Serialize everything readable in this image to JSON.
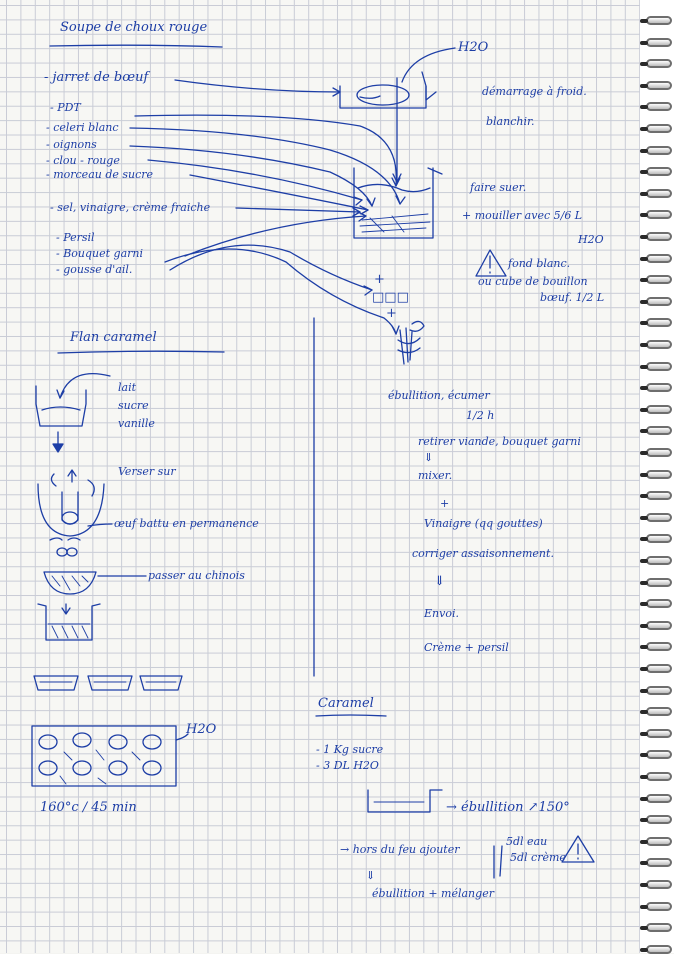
{
  "soupe": {
    "title": "Soupe de choux rouge",
    "ingredients": [
      "- jarret de bœuf",
      "- PDT",
      "- celeri blanc",
      "- oignons",
      "- clou - rouge",
      "- morceau de sucre",
      "- sel, vinaigre, crème fraiche",
      "- Persil",
      "- Bouquet garni",
      "- gousse d'ail."
    ],
    "water": "H2O",
    "blanch_note": [
      "démarrage à froid.",
      "blanchir."
    ],
    "suer": "faire suer.",
    "mouiller": "+ mouiller avec 5/6 L",
    "mouiller_h2o": "H2O",
    "warning_note": [
      "fond blanc.",
      "ou cube de bouillon",
      "bœuf. 1/2 L"
    ],
    "plus_1": "+",
    "dice": "□□□",
    "plus_2": "+",
    "steps": [
      "ébullition, écumer",
      "1/2 h",
      "retirer viande, bouquet garni",
      "⇓",
      "mixer.",
      "+",
      "Vinaigre (qq gouttes)",
      "corriger assaisonnement.",
      "⇓",
      "Envoi.",
      "Crème + persil"
    ]
  },
  "flan": {
    "title": "Flan caramel",
    "milk": [
      "lait",
      "sucre",
      "vanille"
    ],
    "verser": "Verser sur",
    "oeuf": "œuf battu en permanence",
    "chinois": "passer au chinois",
    "water": "H2O",
    "oven": "160°c / 45 min"
  },
  "caramel": {
    "title": "Caramel",
    "items": [
      "- 1 Kg sucre",
      "- 3 DL H2O"
    ],
    "ebullition": "→ ébullition ↗150°",
    "hors_feu": "→ hors du feu ajouter",
    "additions": [
      "5dl eau",
      "5dl crème"
    ],
    "final": "ébullition + mélanger",
    "arrow": "⇓"
  },
  "warning_icon": "warning-triangle-icon",
  "ink_color": "#1d3ea6",
  "grid_color": "#c9ccd6"
}
